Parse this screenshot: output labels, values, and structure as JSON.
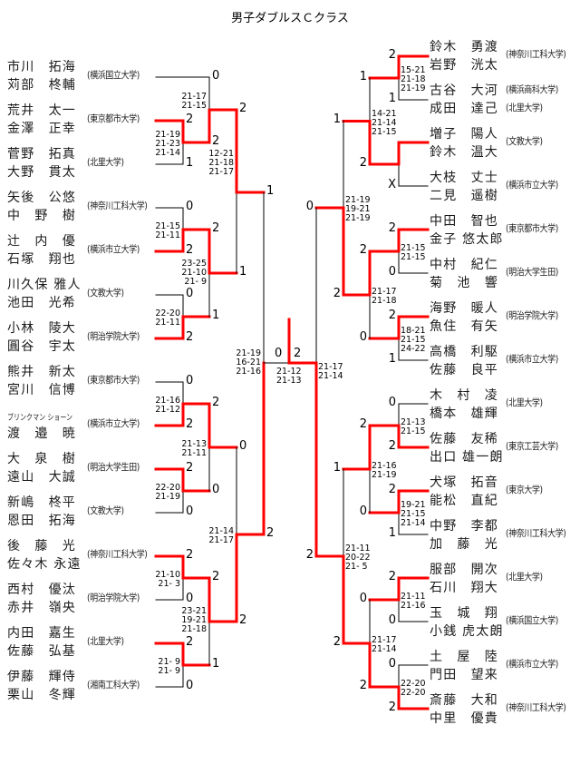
{
  "title": "男子ダブルスＣクラス",
  "colors": {
    "win": "#ff0000",
    "line": "#000000"
  },
  "left_teams": [
    {
      "players": [
        "市川　拓海",
        "苅部　柊輔"
      ],
      "schools": [
        "(横浜国立大学)"
      ]
    },
    {
      "players": [
        "荒井　太一",
        "金澤　正幸"
      ],
      "schools": [
        "(東京都市大学)"
      ]
    },
    {
      "players": [
        "菅野　拓真",
        "大野　貫太"
      ],
      "schools": [
        "(北里大学)"
      ]
    },
    {
      "players": [
        "矢後　公悠",
        "中　野　樹"
      ],
      "schools": [
        "(神奈川工科大学)"
      ]
    },
    {
      "players": [
        "辻　内　優",
        "石塚　翔也"
      ],
      "schools": [
        "(横浜市立大学)"
      ]
    },
    {
      "players": [
        "川久保 雅人",
        "池田　光希"
      ],
      "schools": [
        "(文教大学)"
      ]
    },
    {
      "players": [
        "小林　陵大",
        "圓谷　宇太"
      ],
      "schools": [
        "(明治学院大学)"
      ]
    },
    {
      "players": [
        "熊井　新太",
        "宮川　信博"
      ],
      "schools": [
        "(東京都市大学)"
      ]
    },
    {
      "players": [
        "ブリンクマン ショーン",
        "渡　邉　暁"
      ],
      "schools": [
        "(横浜市立大学)"
      ]
    },
    {
      "players": [
        "大　泉　樹",
        "遠山　大誠"
      ],
      "schools": [
        "(明治大学生田)"
      ]
    },
    {
      "players": [
        "新嶋　柊平",
        "恩田　拓海"
      ],
      "schools": [
        "(文教大学)"
      ]
    },
    {
      "players": [
        "後　藤　光",
        "佐々木 永遠"
      ],
      "schools": [
        "(神奈川工科大学)"
      ]
    },
    {
      "players": [
        "西村　優汰",
        "赤井　嶺央"
      ],
      "schools": [
        "(明治学院大学)"
      ]
    },
    {
      "players": [
        "内田　嘉生",
        "佐藤　弘基"
      ],
      "schools": [
        "(北里大学)"
      ]
    },
    {
      "players": [
        "伊藤　輝侍",
        "栗山　冬輝"
      ],
      "schools": [
        "(湘南工科大学)"
      ]
    }
  ],
  "right_teams": [
    {
      "players": [
        "鈴木　勇渡",
        "岩野　洸太"
      ],
      "schools": [
        "(神奈川工科大学)"
      ]
    },
    {
      "players": [
        "古谷　大河",
        "成田　達己"
      ],
      "schools": [
        "(横浜商科大学)",
        "(北里大学)"
      ]
    },
    {
      "players": [
        "増子　陽人",
        "鈴木　温大"
      ],
      "schools": [
        "(文教大学)"
      ]
    },
    {
      "players": [
        "大枝　丈士",
        "二見　遥樹"
      ],
      "schools": [
        "(横浜市立大学)"
      ]
    },
    {
      "players": [
        "中田　智也",
        "金子 悠太郎"
      ],
      "schools": [
        "(東京都市大学)"
      ]
    },
    {
      "players": [
        "中村　紀仁",
        "菊　池　響"
      ],
      "schools": [
        "(明治大学生田)"
      ]
    },
    {
      "players": [
        "海野　暖人",
        "魚住　有矢"
      ],
      "schools": [
        "(明治学院大学)"
      ]
    },
    {
      "players": [
        "高橋　利駆",
        "佐藤　良平"
      ],
      "schools": [
        "(横浜市立大学)"
      ]
    },
    {
      "players": [
        "木　村　凌",
        "橋本　雄輝"
      ],
      "schools": [
        "(北里大学)"
      ]
    },
    {
      "players": [
        "佐藤　友稀",
        "出口 雄一朗"
      ],
      "schools": [
        "(東京工芸大学)"
      ]
    },
    {
      "players": [
        "犬塚　拓音",
        "能松　直紀"
      ],
      "schools": [
        "(東京大学)"
      ]
    },
    {
      "players": [
        "中野　李都",
        "加　藤　光"
      ],
      "schools": [
        "(神奈川工科大学)"
      ]
    },
    {
      "players": [
        "服部　開次",
        "石川　翔大"
      ],
      "schools": [
        "(北里大学)"
      ]
    },
    {
      "players": [
        "玉　城　翔",
        "小銭 虎太朗"
      ],
      "schools": [
        "(横浜国立大学)"
      ]
    },
    {
      "players": [
        "土　屋　陸",
        "門田　望来"
      ],
      "schools": [
        "(横浜市立大学)"
      ]
    },
    {
      "players": [
        "斎藤　大和",
        "中里　優貴"
      ],
      "schools": [
        "(神奈川工科大学)"
      ]
    }
  ],
  "matches": {
    "left": [
      {
        "scores": [
          "2",
          "1"
        ],
        "games": [
          "21-19",
          "21-23",
          "21-14"
        ]
      },
      {
        "scores": [
          "0",
          "2"
        ],
        "games": [
          "21-17",
          "21-15"
        ]
      },
      {
        "scores": [
          "0",
          "2"
        ],
        "games": [
          "21-15",
          "21-11"
        ]
      },
      {
        "scores": [
          "0",
          "2"
        ],
        "games": [
          "22-20",
          "21-11"
        ]
      },
      {
        "scores": [
          "2",
          "1"
        ],
        "games": [
          "23-25",
          "21-10",
          "21- 9"
        ]
      },
      {
        "scores": [
          "2",
          "1"
        ],
        "games": [
          "12-21",
          "21-18",
          "21-17"
        ]
      },
      {
        "scores": [
          "0",
          "2"
        ],
        "games": [
          "21-16",
          "21-12"
        ]
      },
      {
        "scores": [
          "2",
          "0"
        ],
        "games": [
          "22-20",
          "21-19"
        ]
      },
      {
        "scores": [
          "2",
          "0"
        ],
        "games": [
          "21-13",
          "21-11"
        ]
      },
      {
        "scores": [
          "2",
          "0"
        ],
        "games": [
          "21-10",
          "21- 3"
        ]
      },
      {
        "scores": [
          "2",
          "0"
        ],
        "games": [
          "21- 9",
          "21- 9"
        ]
      },
      {
        "scores": [
          "2",
          "1"
        ],
        "games": [
          "23-21",
          "19-21",
          "21-18"
        ]
      },
      {
        "scores": [
          "0",
          "2"
        ],
        "games": [
          "21-14",
          "21-17"
        ]
      },
      {
        "scores": [
          "1",
          "2"
        ],
        "games": [
          "21-19",
          "16-21",
          "21-16"
        ]
      }
    ],
    "right": [
      {
        "scores": [
          "2",
          "1"
        ],
        "games": [
          "15-21",
          "21-18",
          "21-19"
        ]
      },
      {
        "scores": [
          "",
          "X"
        ],
        "games": []
      },
      {
        "scores": [
          "1",
          "2"
        ],
        "games": [
          "14-21",
          "21-14",
          "21-15"
        ]
      },
      {
        "scores": [
          "2",
          "0"
        ],
        "games": [
          "21-15",
          "21-15"
        ]
      },
      {
        "scores": [
          "2",
          "1"
        ],
        "games": [
          "18-21",
          "21-15",
          "24-22"
        ]
      },
      {
        "scores": [
          "2",
          "0"
        ],
        "games": [
          "21-17",
          "21-18"
        ]
      },
      {
        "scores": [
          "1",
          "2"
        ],
        "games": [
          "21-19",
          "19-21",
          "21-19"
        ]
      },
      {
        "scores": [
          "0",
          "2"
        ],
        "games": [
          "21-13",
          "21-15"
        ]
      },
      {
        "scores": [
          "2",
          "1"
        ],
        "games": [
          "19-21",
          "21-15",
          "21-14"
        ]
      },
      {
        "scores": [
          "2",
          "0"
        ],
        "games": [
          "21-16",
          "21-19"
        ]
      },
      {
        "scores": [
          "2",
          "0"
        ],
        "games": [
          "21-11",
          "21-16"
        ]
      },
      {
        "scores": [
          "0",
          "2"
        ],
        "games": [
          "22-20",
          "22-20"
        ]
      },
      {
        "scores": [
          "0",
          "2"
        ],
        "games": [
          "21-17",
          "21-14"
        ]
      },
      {
        "scores": [
          "1",
          "2"
        ],
        "games": [
          "21-11",
          "20-22",
          "21- 5"
        ]
      },
      {
        "scores": [
          "0",
          "2"
        ],
        "games": [
          "21-17",
          "21-14"
        ]
      }
    ],
    "final": {
      "scores": [
        "0",
        "2"
      ],
      "games": [
        "21-12",
        "21-13"
      ]
    }
  }
}
